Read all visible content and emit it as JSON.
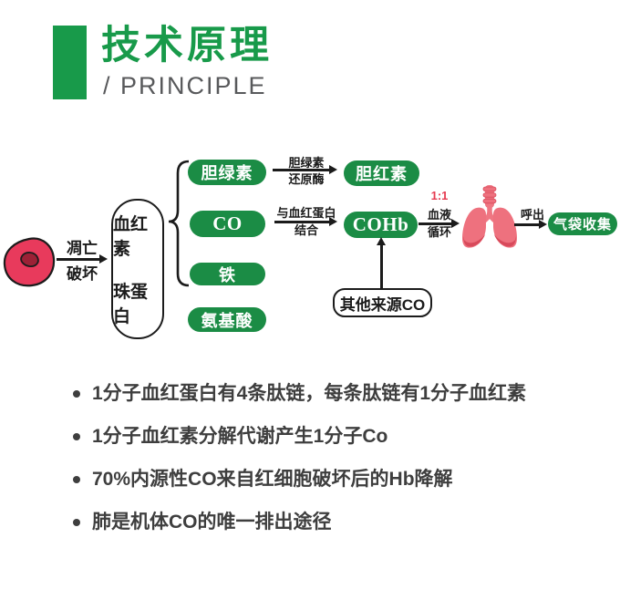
{
  "header": {
    "title_zh": "技术原理",
    "title_en": "/ PRINCIPLE"
  },
  "diagram": {
    "source_arrow": {
      "top": "凋亡",
      "bottom": "破坏"
    },
    "hemoglobin_box": {
      "top": "血红素",
      "bottom": "珠蛋白"
    },
    "products": [
      "胆绿素",
      "CO",
      "铁",
      "氨基酸"
    ],
    "biliverdin_arrow": {
      "top": "胆绿素",
      "bottom": "还原酶"
    },
    "bilirubin": "胆红素",
    "co_arrow": {
      "top": "与血红蛋白",
      "bottom": "结合"
    },
    "cohb": "COHb",
    "ratio": "1:1",
    "circulation": {
      "top": "血液",
      "bottom": "循环"
    },
    "exhale": "呼出",
    "collection": "气袋收集",
    "other_source": "其他来源CO"
  },
  "notes": [
    "1分子血红蛋白有4条肽链，每条肽链有1分子血红素",
    "1分子血红素分解代谢产生1分子Co",
    "70%内源性CO来自红细胞破坏后的Hb降解",
    "肺是机体CO的唯一排出途径"
  ],
  "colors": {
    "green": "#189a4a",
    "pill_green": "#1b8c45",
    "subtitle_gray": "#58595b",
    "note_text": "#3e3e3e",
    "accent_red": "#e63b51",
    "cell_red": "#e83a5c",
    "lung_pink": "#ee717e"
  }
}
